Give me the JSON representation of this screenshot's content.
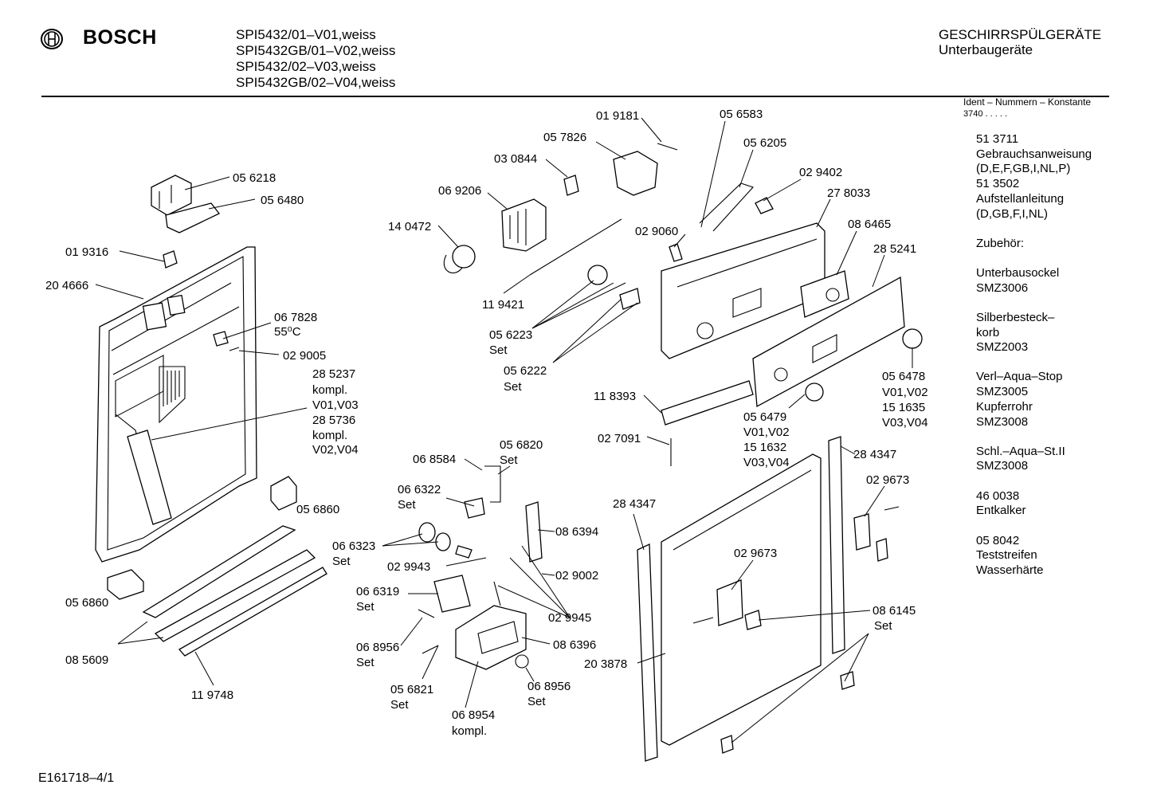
{
  "header": {
    "brand": "BOSCH",
    "models": [
      "SPI5432/01–V01,weiss",
      "SPI5432GB/01–V02,weiss",
      "SPI5432/02–V03,weiss",
      "SPI5432GB/02–V04,weiss"
    ],
    "category": "GESCHIRRSPÜLGERÄTE",
    "subcategory": "Unterbaugeräte"
  },
  "ident": {
    "title": "Ident – Nummern – Konstante",
    "code": "3740 . . . . ."
  },
  "sidebar": [
    [
      "51 3711",
      "Gebrauchsanweisung",
      "(D,E,F,GB,I,NL,P)",
      "51 3502",
      "Aufstellanleitung",
      "(D,GB,F,I,NL)"
    ],
    [
      "Zubehör:"
    ],
    [
      "Unterbausockel",
      "SMZ3006"
    ],
    [
      "Silberbesteck–",
      "korb",
      "SMZ2003"
    ],
    [
      "Verl–Aqua–Stop",
      "SMZ3005",
      "Kupferrohr",
      "SMZ3008"
    ],
    [
      "Schl.–Aqua–St.II",
      "SMZ3008"
    ],
    [
      "46 0038",
      "Entkalker"
    ],
    [
      "05 8042",
      "Teststreifen",
      "Wasserhärte"
    ]
  ],
  "footer": {
    "drawing_id": "E161718–4/1"
  },
  "labels": {
    "p056218": "05 6218",
    "p056480": "05 6480",
    "p019316": "01 9316",
    "p204666": "20 4666",
    "p067828": "06 7828",
    "p55c": "55⁰C",
    "p029005": "02 9005",
    "p285237": "28 5237",
    "kompl1": "kompl.",
    "v01v03": "V01,V03",
    "p285736": "28 5736",
    "kompl2": "kompl.",
    "v02v04": "V02,V04",
    "p056860a": "05 6860",
    "p056860b": "05 6860",
    "p085609": "08 5609",
    "p119748": "11 9748",
    "p019181": "01 9181",
    "p057826": "05 7826",
    "p030844": "03 0844",
    "p069206": "06 9206",
    "p140472": "14 0472",
    "p119421": "11 9421",
    "p029060": "02 9060",
    "p056223": "05 6223",
    "set1": "Set",
    "p056222": "05 6222",
    "set2": "Set",
    "p056583": "05 6583",
    "p056205": "05 6205",
    "p029402": "02 9402",
    "p278033": "27 8033",
    "p086465": "08 6465",
    "p285241": "28 5241",
    "p056478": "05 6478",
    "v01v02a": "V01,V02",
    "p151635": "15 1635",
    "v03v04a": "V03,V04",
    "p118393": "11 8393",
    "p027091": "02 7091",
    "p056479": "05 6479",
    "v01v02b": "V01,V02",
    "p151632": "15 1632",
    "v03v04b": "V03,V04",
    "p068584": "06 8584",
    "p056820": "05 6820",
    "set3": "Set",
    "p066322": "06 6322",
    "set4": "Set",
    "p066323": "06 6323",
    "set5": "Set",
    "p029943": "02 9943",
    "p066319": "06 6319",
    "set6": "Set",
    "p068956a": "06 8956",
    "set7": "Set",
    "p056821": "05 6821",
    "set8": "Set",
    "p068954": "06 8954",
    "kompl3": "kompl.",
    "p068956b": "06 8956",
    "set9": "Set",
    "p086396": "08 6396",
    "p029945": "02 9945",
    "p029002": "02 9002",
    "p086394": "08 6394",
    "p284347a": "28 4347",
    "p284347b": "28 4347",
    "p029673a": "02 9673",
    "p029673b": "02 9673",
    "p086145": "08 6145",
    "set10": "Set",
    "p203878": "20 3878"
  }
}
